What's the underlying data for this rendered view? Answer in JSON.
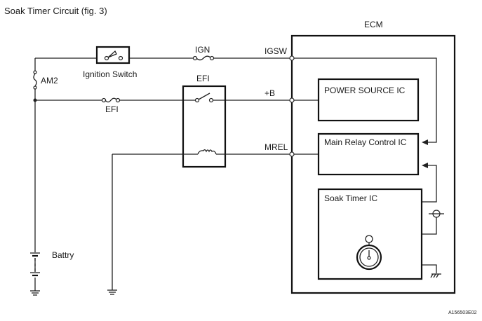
{
  "title": "Soak Timer Circuit (fig. 3)",
  "labels": {
    "ecm": "ECM",
    "ignition_switch": "Ignition Switch",
    "am2": "AM2",
    "efi_fuse": "EFI",
    "ign_fuse": "IGN",
    "efi_relay": "EFI",
    "igsw": "IGSW",
    "plus_b": "+B",
    "mrel": "MREL",
    "power_source_ic": "POWER SOURCE IC",
    "main_relay_ic": "Main Relay Control IC",
    "soak_timer_ic": "Soak Timer IC",
    "battery": "Battry",
    "figure_id": "A156503E02"
  }
}
